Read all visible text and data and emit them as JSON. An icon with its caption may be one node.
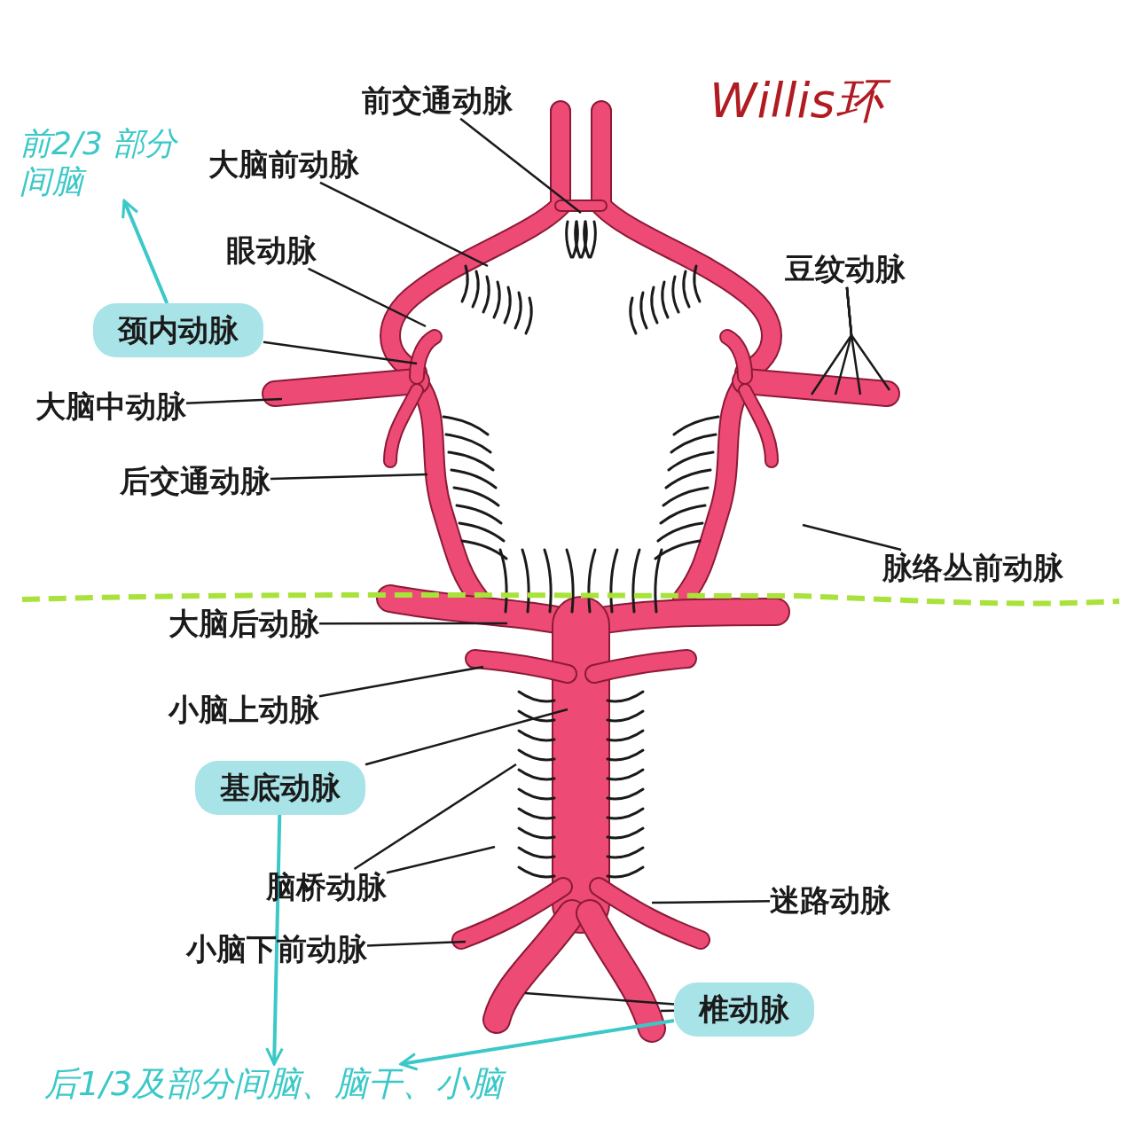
{
  "diagram": {
    "title": "Willis环",
    "nodes": [
      {
        "text": [
          "前交通动脉"
        ]
      },
      {
        "text": [
          "大脑前动脉"
        ]
      },
      {
        "text": [
          "眼动脉"
        ]
      },
      {
        "text": [
          "颈内动脉"
        ]
      },
      {
        "text": [
          "大脑中动脉"
        ]
      },
      {
        "text": [
          "后交通动脉"
        ]
      },
      {
        "text": [
          "豆纹动脉"
        ]
      },
      {
        "text": [
          "脉络丛前动脉"
        ]
      },
      {
        "text": [
          "大脑后动脉"
        ]
      },
      {
        "text": [
          "小脑上动脉"
        ]
      },
      {
        "text": [
          "基底动脉"
        ]
      },
      {
        "text": [
          "脑桥动脉"
        ]
      },
      {
        "text": [
          "小脑下前动脉"
        ]
      },
      {
        "text": [
          "迷路动脉"
        ]
      },
      {
        "text": [
          "椎动脉"
        ]
      },
      {
        "text": [
          "前2/3 部分间脑"
        ]
      },
      {
        "text": [
          "后1/3及部分间脑、脑干、小脑"
        ]
      }
    ],
    "edges": [
      {
        "from": 0,
        "to": null,
        "arrow": "none"
      },
      {
        "from": 1,
        "to": null,
        "arrow": "none"
      },
      {
        "from": 2,
        "to": null,
        "arrow": "none"
      },
      {
        "from": 3,
        "to": null,
        "arrow": "none"
      },
      {
        "from": 4,
        "to": null,
        "arrow": "none"
      },
      {
        "from": 5,
        "to": null,
        "arrow": "none"
      },
      {
        "from": 6,
        "to": null,
        "arrow": "none"
      },
      {
        "from": 6,
        "to": null,
        "arrow": "none"
      },
      {
        "from": 6,
        "to": null,
        "arrow": "none"
      },
      {
        "from": 6,
        "to": null,
        "arrow": "none"
      },
      {
        "from": 7,
        "to": null,
        "arrow": "none"
      },
      {
        "from": 8,
        "to": null,
        "arrow": "none"
      },
      {
        "from": 9,
        "to": null,
        "arrow": "none"
      },
      {
        "from": 10,
        "to": null,
        "arrow": "none"
      },
      {
        "from": 11,
        "to": null,
        "arrow": "none"
      },
      {
        "from": 11,
        "to": null,
        "arrow": "none"
      },
      {
        "from": 12,
        "to": null,
        "arrow": "none"
      },
      {
        "from": 13,
        "to": null,
        "arrow": "none"
      },
      {
        "from": 14,
        "to": null,
        "arrow": "none"
      },
      {
        "from": 14,
        "to": null,
        "arrow": "none"
      },
      {
        "from": 3,
        "to": 15,
        "arrow": "to",
        "color": "#3cc8c8"
      },
      {
        "from": 10,
        "to": 16,
        "arrow": "to",
        "color": "#3cc8c8"
      },
      {
        "from": 14,
        "to": 16,
        "arrow": "to",
        "color": "#3cc8c8"
      }
    ]
  }
}
